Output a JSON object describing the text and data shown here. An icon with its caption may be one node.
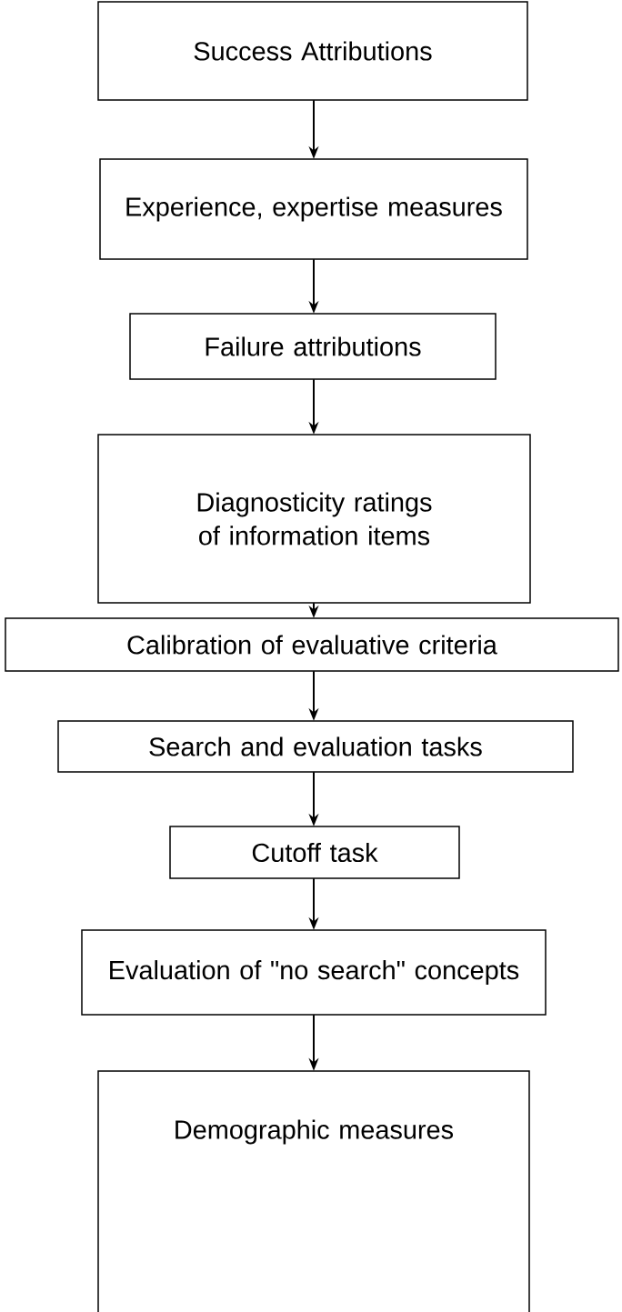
{
  "diagram": {
    "nodes": [
      {
        "text": [
          "Success Attributions"
        ]
      },
      {
        "text": [
          "Experience, expertise measures"
        ]
      },
      {
        "text": [
          "Failure attributions"
        ]
      },
      {
        "text": [
          "Diagnosticity ratings of information items"
        ]
      },
      {
        "text": [
          "Calibration of evaluative criteria"
        ]
      },
      {
        "text": [
          "Search and evaluation tasks"
        ]
      },
      {
        "text": [
          "Cutoff task"
        ]
      },
      {
        "text": [
          "Evaluation of \"no search\" concepts"
        ]
      },
      {
        "text": [
          "Demographic measures"
        ]
      }
    ],
    "edges": [
      {
        "from": 0,
        "to": 1,
        "arrow": "to"
      },
      {
        "from": 1,
        "to": 2,
        "arrow": "to"
      },
      {
        "from": 2,
        "to": 3,
        "arrow": "to"
      },
      {
        "from": 3,
        "to": 4,
        "arrow": "to"
      },
      {
        "from": 4,
        "to": 5,
        "arrow": "to"
      },
      {
        "from": 5,
        "to": 6,
        "arrow": "to"
      },
      {
        "from": 6,
        "to": 7,
        "arrow": "to"
      },
      {
        "from": 7,
        "to": 8,
        "arrow": "to"
      }
    ]
  }
}
